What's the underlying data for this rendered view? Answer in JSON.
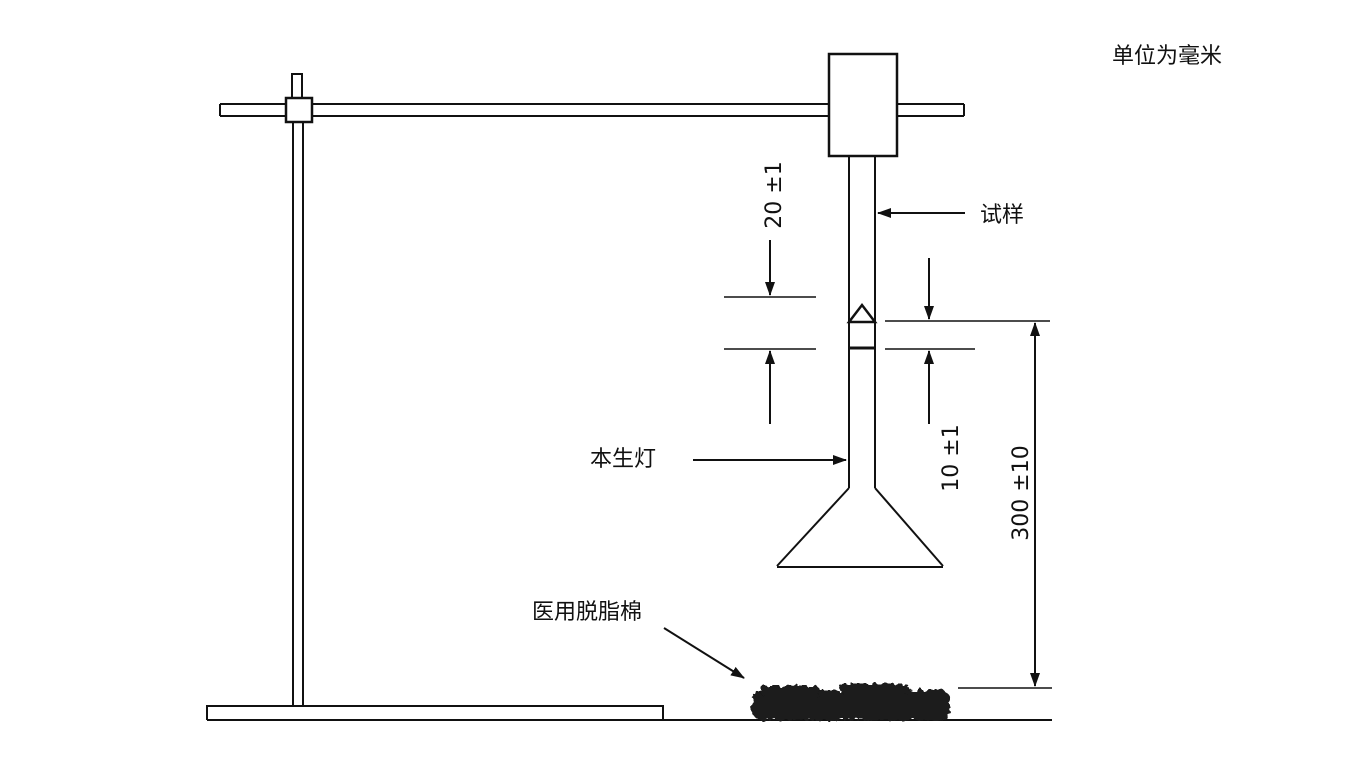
{
  "units_note": "单位为毫米",
  "labels": {
    "specimen": "试样",
    "bunsen_burner": "本生灯",
    "cotton": "医用脱脂棉"
  },
  "dimensions": {
    "flame_height": "20 ±1",
    "burner_gap": "10 ±1",
    "burner_to_cotton": "300 ±10"
  },
  "colors": {
    "line": "#111111",
    "cotton": "#1a1a1a",
    "background": "#ffffff"
  }
}
